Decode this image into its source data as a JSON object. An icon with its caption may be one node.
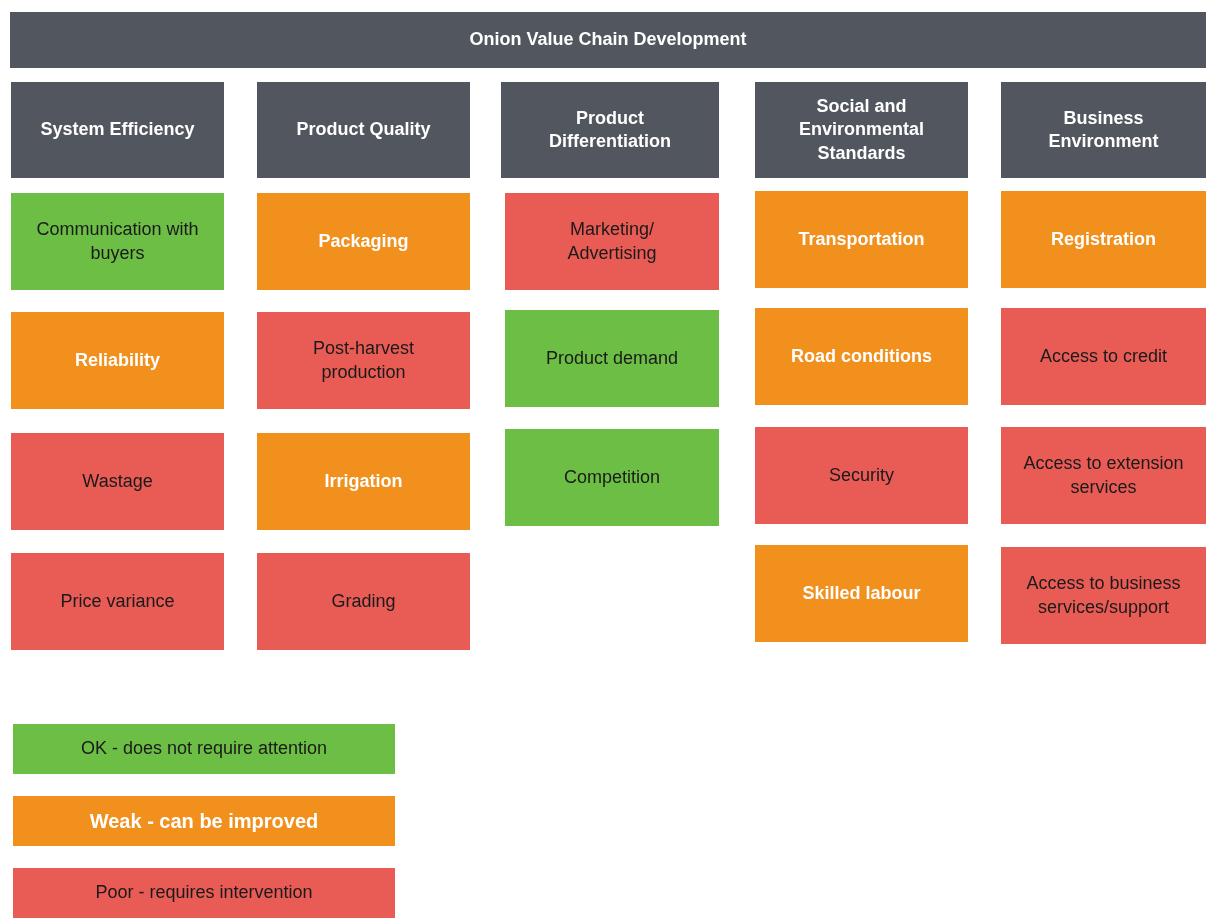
{
  "diagram": {
    "title": "Onion Value Chain Development",
    "nodes": [
      {
        "text": [
          "System Efficiency"
        ]
      },
      {
        "text": [
          "Communication with buyers"
        ]
      },
      {
        "text": [
          "Reliability"
        ]
      },
      {
        "text": [
          "Wastage"
        ]
      },
      {
        "text": [
          "Price variance"
        ]
      },
      {
        "text": [
          "Product Quality"
        ]
      },
      {
        "text": [
          "Packaging"
        ]
      },
      {
        "text": [
          "Post-harvest production"
        ]
      },
      {
        "text": [
          "Irrigation"
        ]
      },
      {
        "text": [
          "Grading"
        ]
      },
      {
        "text": [
          "Product Differentiation"
        ]
      },
      {
        "text": [
          "Marketing/ Advertising"
        ]
      },
      {
        "text": [
          "Product demand"
        ]
      },
      {
        "text": [
          "Competition"
        ]
      },
      {
        "text": [
          "Social and Environmental Standards"
        ]
      },
      {
        "text": [
          "Transportation"
        ]
      },
      {
        "text": [
          "Road conditions"
        ]
      },
      {
        "text": [
          "Security"
        ]
      },
      {
        "text": [
          "Skilled labour"
        ]
      },
      {
        "text": [
          "Business Environment"
        ]
      },
      {
        "text": [
          "Registration"
        ]
      },
      {
        "text": [
          "Access to credit"
        ]
      },
      {
        "text": [
          "Access to extension services"
        ]
      },
      {
        "text": [
          "Access to business services/support"
        ]
      }
    ],
    "legend": [
      {
        "text": "OK - does not require attention",
        "color": "#6dbe45"
      },
      {
        "text": "Weak - can be improved",
        "color": "#f2901e"
      },
      {
        "text": "Poor - requires intervention",
        "color": "#e95c56"
      }
    ]
  }
}
